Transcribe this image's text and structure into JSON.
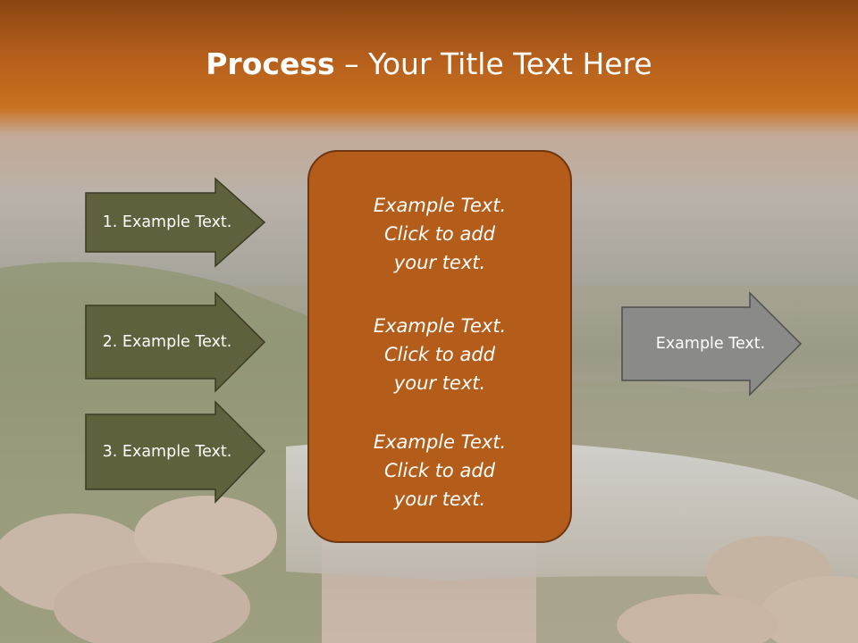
{
  "title": {
    "bold": "Process",
    "rest": " – Your Title Text Here"
  },
  "left_arrows": [
    {
      "label": "1. Example Text."
    },
    {
      "label": "2. Example Text."
    },
    {
      "label": "3. Example Text."
    }
  ],
  "center_blocks": [
    {
      "line1": "Example Text.",
      "line2": "Click  to add",
      "line3": "your text."
    },
    {
      "line1": "Example Text.",
      "line2": "Click  to add",
      "line3": "your text."
    },
    {
      "line1": "Example Text.",
      "line2": "Click  to add",
      "line3": "your text."
    }
  ],
  "right_arrow": {
    "label": "Example Text."
  },
  "colors": {
    "header": "#c0681e",
    "left_arrow_fill": "#5f613c",
    "center_fill": "#b45c1a",
    "right_arrow_fill": "#8a8a88"
  }
}
